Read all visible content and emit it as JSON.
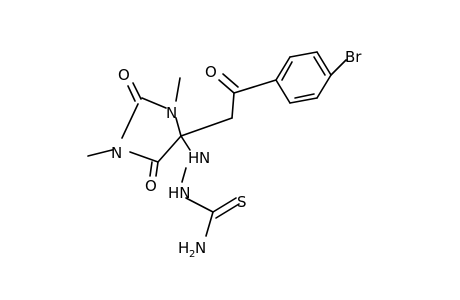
{
  "atoms": {
    "o_ring_top": "O",
    "n_ring_top": "N",
    "n_ring_left": "N",
    "o_ring_bottom": "O",
    "o_ketone": "O",
    "br": "Br",
    "nh_upper": "H",
    "n_upper": "N",
    "hn_lower": "HN",
    "s_thio": "S",
    "h2n_h": "H",
    "h2n_sub": "2",
    "h2n_n": "N"
  }
}
